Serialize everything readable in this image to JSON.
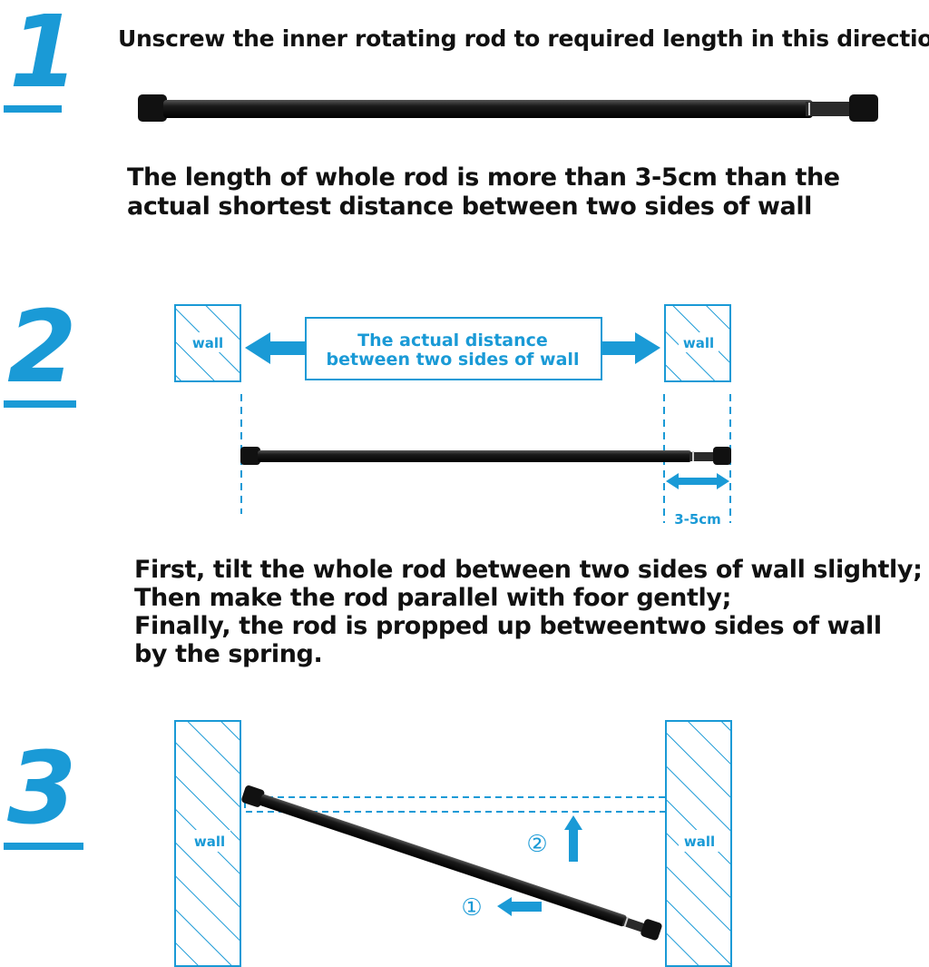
{
  "colors": {
    "accent_blue": "#1a9ad6",
    "rod_black": "#1c1c1c",
    "text": "#111111"
  },
  "steps": [
    {
      "number": "1"
    },
    {
      "number": "2"
    },
    {
      "number": "3"
    }
  ],
  "step1": {
    "instruction": "Unscrew the inner rotating rod to required length in this direction",
    "note": "The length of whole rod is more than 3-5cm than the actual shortest distance between two sides of wall"
  },
  "step2": {
    "wall_left": "wall",
    "wall_right": "wall",
    "distance_line1": "The actual distance",
    "distance_line2": "between two sides of wall",
    "extra_length": "3-5cm"
  },
  "instructions": {
    "line1": "First, tilt the whole rod between two sides of wall slightly;",
    "line2": "Then make the rod parallel with foor gently;",
    "line3": "Finally, the rod is propped up betweentwo sides of wall",
    "line4": "by the spring."
  },
  "step3": {
    "wall_left": "wall",
    "wall_right": "wall",
    "marker_1": "①",
    "marker_2": "②"
  }
}
